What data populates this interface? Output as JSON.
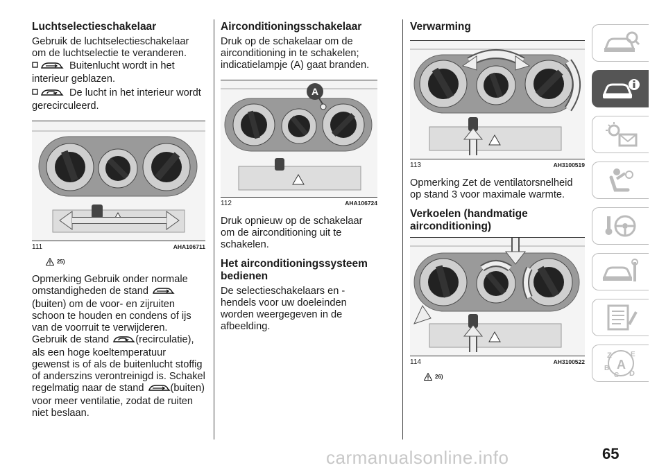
{
  "col1": {
    "title": "Luchtselectieschakelaar",
    "intro": "Gebruik de luchtselectieschakelaar om de luchtselectie te veranderen.",
    "item1": "Buitenlucht wordt in het interieur geblazen.",
    "item2": "De lucht in het interieur wordt gerecirculeerd.",
    "fig_num": "111",
    "fig_code": "AHA106711",
    "note_ref": "25)",
    "para_a": "Opmerking  Gebruik onder normale omstandigheden de stand",
    "para_b": "(buiten) om de voor- en zijruiten schoon te houden en condens of ijs van de voorruit te verwijderen. Gebruik de stand",
    "para_c": "(recirculatie), als een hoge koeltemperatuur gewenst is of als de buitenlucht stoffig of anderszins verontreinigd is. Schakel regelmatig naar de stand",
    "para_d": "(buiten) voor meer ventilatie, zodat de ruiten niet beslaan."
  },
  "col2": {
    "title": "Airconditioningsschakelaar",
    "intro": "Druk op de schakelaar om de airconditioning in te schakelen; indicatielampje (A) gaat branden.",
    "callout": "A",
    "fig_num": "112",
    "fig_code": "AHA106724",
    "para1": "Druk opnieuw op de schakelaar om de airconditioning uit te schakelen.",
    "heading2": "Het airconditioningssysteem bedienen",
    "para2": "De selectieschakelaars en -hendels voor uw doeleinden worden weergegeven in de afbeelding."
  },
  "col3": {
    "title": "Verwarming",
    "fig1_num": "113",
    "fig1_code": "AH3100519",
    "para1": "Opmerking  Zet de ventilatorsnelheid op stand 3 voor maximale warmte.",
    "heading2": "Verkoelen (handmatige airconditioning)",
    "fig2_num": "114",
    "fig2_code": "AH3100522",
    "note_ref": "26)"
  },
  "page_number": "65",
  "watermark": "carmanualsonline.info",
  "sidebar": {
    "tabs": [
      "car-search-icon",
      "car-info-icon",
      "warning-lights-icon",
      "airbag-seat-icon",
      "steering-key-icon",
      "car-service-icon",
      "maintenance-list-icon",
      "index-abc-icon"
    ],
    "active_index": 1
  }
}
